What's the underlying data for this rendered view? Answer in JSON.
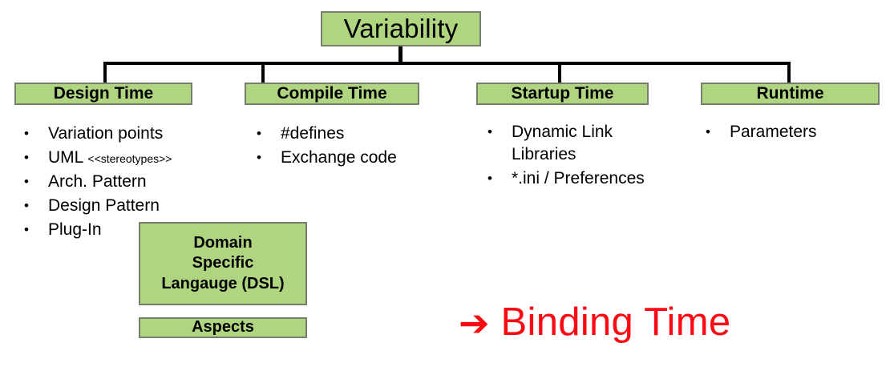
{
  "diagram": {
    "root": {
      "label": "Variability"
    },
    "categories": [
      {
        "label": "Design Time"
      },
      {
        "label": "Compile Time"
      },
      {
        "label": "Startup Time"
      },
      {
        "label": "Runtime"
      }
    ],
    "lists": {
      "design_time": [
        {
          "bullet": "•",
          "text": "Variation points"
        },
        {
          "bullet": "•",
          "text": "UML ",
          "stereotype": "<<stereotypes>>"
        },
        {
          "bullet": "•",
          "text": "Arch. Pattern"
        },
        {
          "bullet": "•",
          "text": "Design Pattern"
        },
        {
          "bullet": "•",
          "text": "Plug-In"
        }
      ],
      "compile_time": [
        {
          "bullet": "•",
          "text": "#defines"
        },
        {
          "bullet": "•",
          "text": "Exchange code"
        }
      ],
      "startup_time": [
        {
          "bullet": "•",
          "text": "Dynamic Link Libraries"
        },
        {
          "bullet": "•",
          "text": "*.ini / Preferences"
        }
      ],
      "runtime": [
        {
          "bullet": "•",
          "text": "Parameters"
        }
      ]
    },
    "sub_boxes": [
      {
        "label": "Domain\nSpecific\nLangauge (DSL)"
      },
      {
        "label": "Aspects"
      }
    ],
    "callout": {
      "arrow": "➔",
      "label": "Binding Time"
    }
  },
  "colors": {
    "box_fill": "#b0d581",
    "box_border": "#767f6b",
    "connector": "#000000",
    "callout_red": "#fb0a13",
    "text": "#000000",
    "background": "#ffffff"
  }
}
